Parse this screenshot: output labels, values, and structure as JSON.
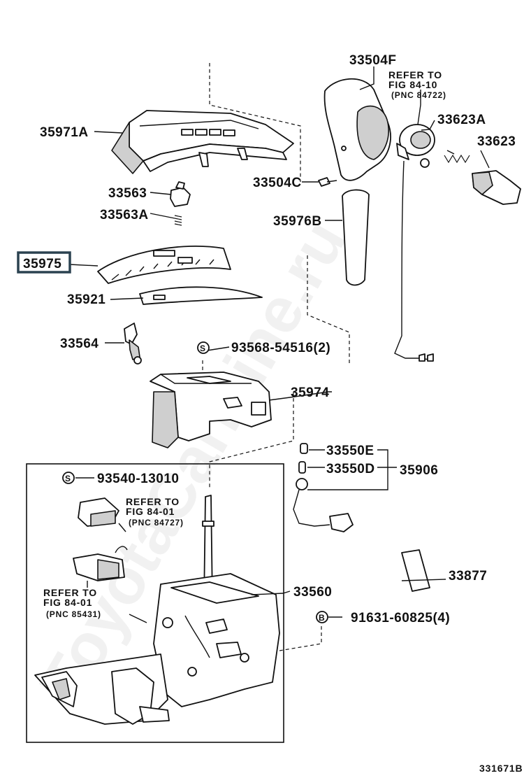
{
  "watermark": "ToyotaCarMine.ru",
  "figure_id": "331671B",
  "parts": {
    "p33504F": "33504F",
    "p35971A": "35971A",
    "p33623A": "33623A",
    "p33623": "33623",
    "p33504C": "33504C",
    "p33563": "33563",
    "p33563A": "33563A",
    "p35976B": "35976B",
    "p35975": "35975",
    "p35921": "35921",
    "p33564": "33564",
    "p93568": "93568-54516(2)",
    "p35974": "35974",
    "p33550E": "33550E",
    "p33550D": "33550D",
    "p35906": "35906",
    "p93540": "93540-13010",
    "p33877": "33877",
    "p33560": "33560",
    "p91631": "91631-60825(4)"
  },
  "markers": {
    "s": "S",
    "b": "B"
  },
  "refs": {
    "r1_line1": "REFER TO",
    "r1_line2": "FIG 84-10",
    "r1_pnc": "(PNC 84722)",
    "r2_line1": "REFER TO",
    "r2_line2": "FIG 84-01",
    "r2_pnc": "(PNC 84727)",
    "r3_line1": "REFER TO",
    "r3_line2": "FIG 84-01",
    "r3_pnc": "(PNC 85431)"
  },
  "selected_part": "35975"
}
